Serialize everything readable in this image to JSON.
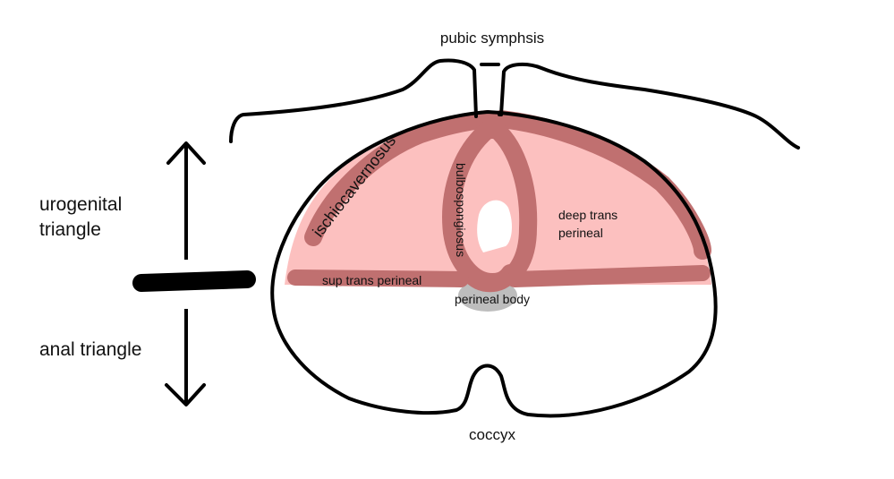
{
  "labels": {
    "pubic_symphysis": "pubic symphsis",
    "urogenital_line1": "urogenital",
    "urogenital_line2": "triangle",
    "anal_triangle": "anal triangle",
    "ischiocavernosus": "ischiocavernosus",
    "bulbospongiosus": "bulbospongiosus",
    "deep_trans_line1": "deep trans",
    "deep_trans_line2": "perineal",
    "sup_trans": "sup trans perineal",
    "perineal_body": "perineal body",
    "coccyx": "coccyx"
  },
  "colors": {
    "outline": "#000000",
    "membrane": "#fcc0bf",
    "muscle": "#c07070",
    "perineal_body": "#bdbdbd"
  }
}
